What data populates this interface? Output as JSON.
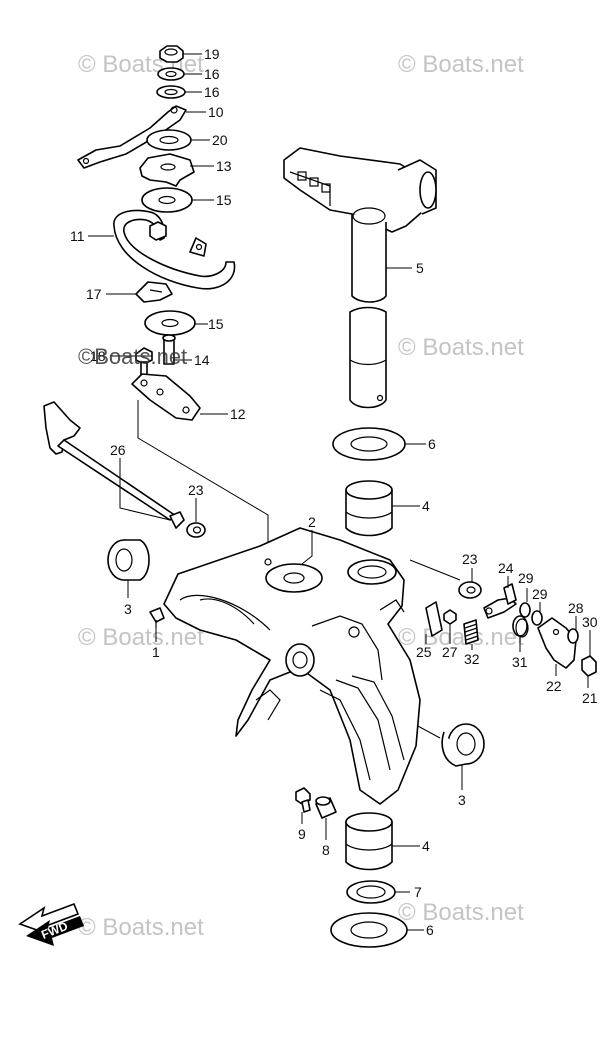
{
  "watermark": {
    "text": "© Boats.net",
    "overlay_text": "©Boats.net"
  },
  "badge": {
    "fwd": "FWD"
  },
  "callouts": {
    "c19": "19",
    "c16a": "16",
    "c16b": "16",
    "c10": "10",
    "c20": "20",
    "c13": "13",
    "c15a": "15",
    "c11": "11",
    "c5": "5",
    "c17": "17",
    "c15b": "15",
    "c18": "18",
    "c14": "14",
    "c12": "12",
    "c6a": "6",
    "c26": "26",
    "c23a": "23",
    "c4a": "4",
    "c2": "2",
    "c23b": "23",
    "c24": "24",
    "c29a": "29",
    "c29b": "29",
    "c28": "28",
    "c30": "30",
    "c3a": "3",
    "c1": "1",
    "c25": "25",
    "c27": "27",
    "c32": "32",
    "c31": "31",
    "c22": "22",
    "c21": "21",
    "c3b": "3",
    "c9": "9",
    "c8": "8",
    "c4b": "4",
    "c7": "7",
    "c6b": "6"
  }
}
